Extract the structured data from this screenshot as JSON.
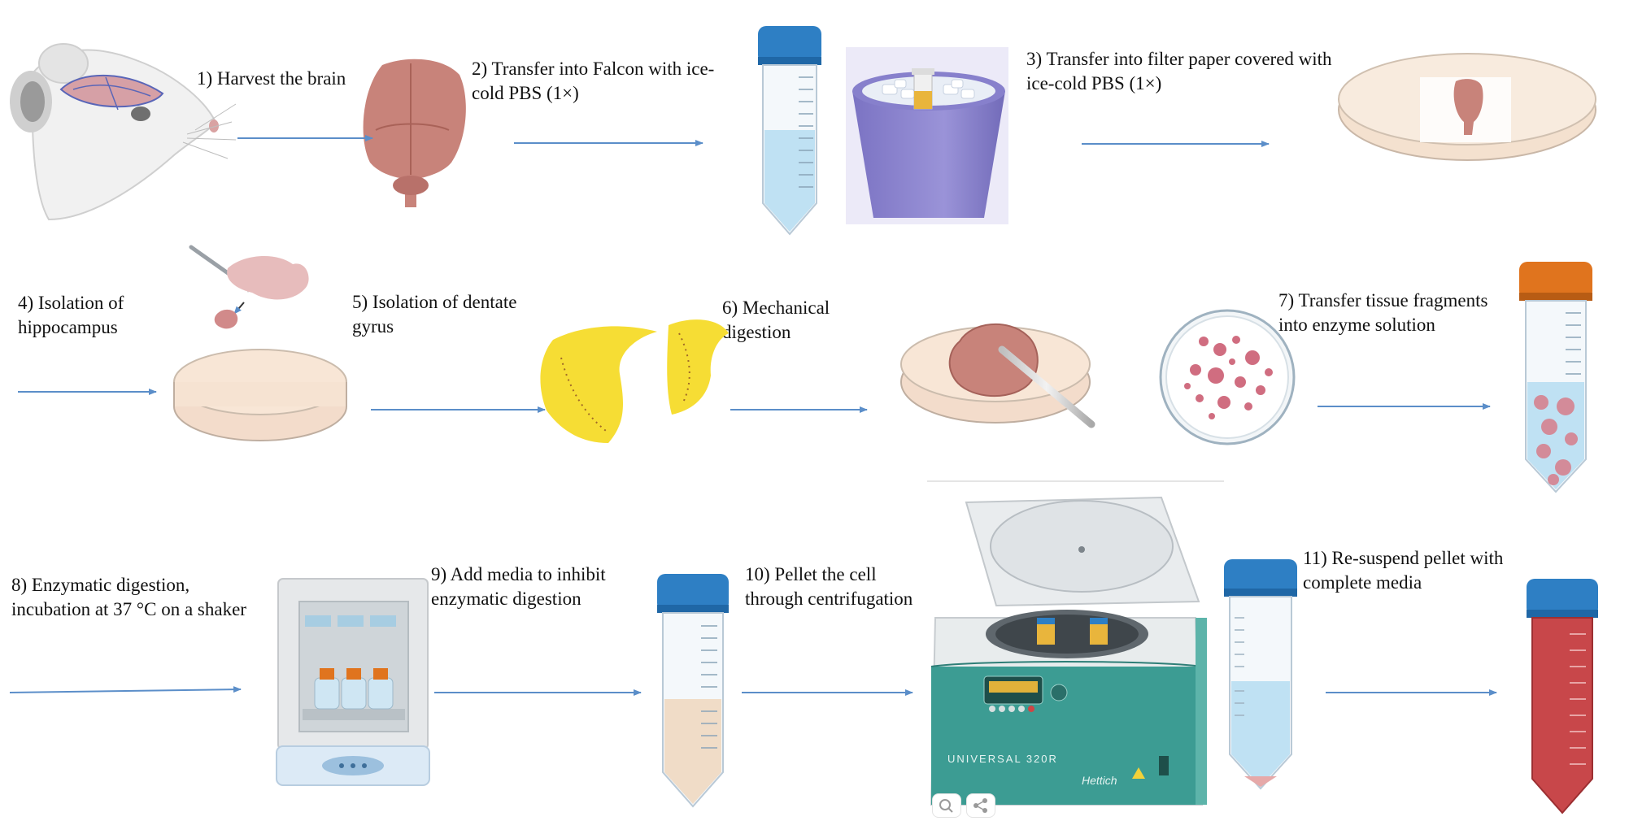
{
  "steps": [
    {
      "id": 1,
      "lines": [
        "1) Harvest the brain"
      ]
    },
    {
      "id": 2,
      "lines": [
        "2) Transfer into Falcon with ice-",
        "cold PBS (1×)"
      ]
    },
    {
      "id": 3,
      "lines": [
        "3) Transfer into filter paper covered with",
        "ice-cold PBS (1×)"
      ]
    },
    {
      "id": 4,
      "lines": [
        "4) Isolation of",
        "hippocampus"
      ]
    },
    {
      "id": 5,
      "lines": [
        "5) Isolation of  dentate",
        "gyrus"
      ]
    },
    {
      "id": 6,
      "lines": [
        "6) Mechanical",
        "digestion"
      ]
    },
    {
      "id": 7,
      "lines": [
        "7) Transfer tissue fragments",
        "into enzyme solution"
      ]
    },
    {
      "id": 8,
      "lines": [
        "8) Enzymatic digestion,",
        "incubation at 37 °C on a shaker"
      ]
    },
    {
      "id": 9,
      "lines": [
        "9) Add  media to inhibit",
        "enzymatic digestion"
      ]
    },
    {
      "id": 10,
      "lines": [
        "10) Pellet the cell",
        "through centrifugation"
      ]
    },
    {
      "id": 11,
      "lines": [
        "11) Re-suspend pellet with",
        "complete media"
      ]
    }
  ],
  "centrifuge": {
    "model_label": "UNIVERSAL 320R",
    "brand_label": "Hettich"
  },
  "colors": {
    "arrow": "#5b8ec9",
    "cap_blue": "#2e7fc4",
    "cap_orange": "#e0741e",
    "dish_fill": "#f8e6d6",
    "tissue": "#c9837a",
    "dentate": "#f6dd34",
    "media_red": "#c8474a",
    "centrifuge_teal": "#3c9c93"
  }
}
